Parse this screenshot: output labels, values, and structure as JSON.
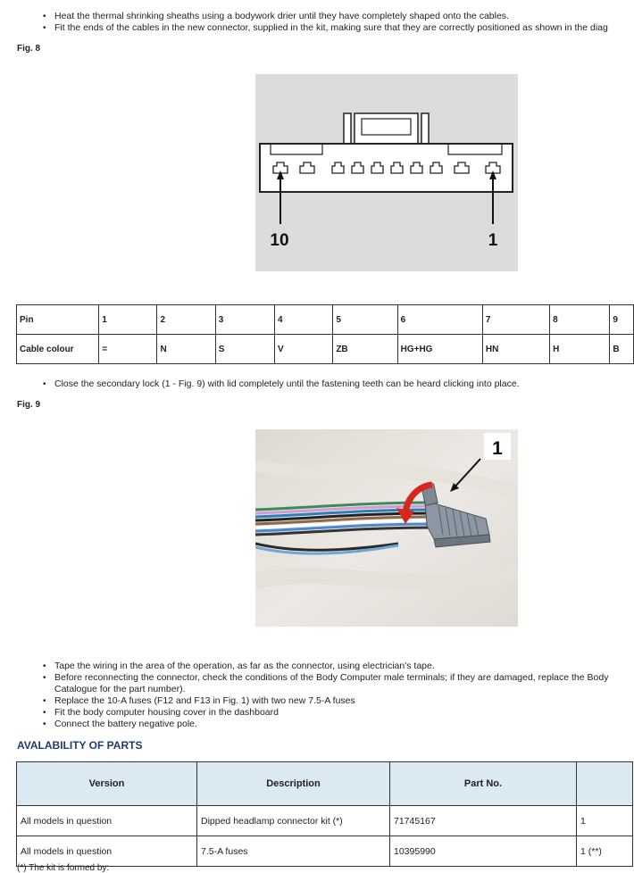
{
  "intro_bullets": [
    "Heat the thermal shrinking sheaths using a bodywork drier until they have completely shaped onto the cables.",
    "Fit the ends of the cables in the new connector, supplied in the kit, making sure that they are correctly positioned as shown in the diag"
  ],
  "fig8": {
    "label": "Fig. 8",
    "callout_left": "10",
    "callout_right": "1"
  },
  "pin_table": {
    "row1_header": "Pin",
    "row2_header": "Cable colour",
    "pins": [
      "1",
      "2",
      "3",
      "4",
      "5",
      "6",
      "7",
      "8",
      "9"
    ],
    "colours": [
      "=",
      "N",
      "S",
      "V",
      "ZB",
      "HG+HG",
      "HN",
      "H",
      "B"
    ]
  },
  "mid_bullet": "Close the secondary lock (1 - Fig. 9) with lid completely until the fastening teeth can be heard clicking into place.",
  "fig9": {
    "label": "Fig. 9",
    "callout": "1"
  },
  "outro_bullets": [
    "Tape the wiring in the area of the operation, as far as the connector, using electrician's tape.",
    "Before reconnecting the connector, check the conditions of the Body Computer male terminals; if they are damaged, replace the Body Catalogue for the part number).",
    "Replace the 10-A fuses (F12 and F13 in Fig. 1) with two new 7.5-A fuses",
    "Fit the body computer housing cover in the dashboard",
    "Connect the battery negative pole."
  ],
  "parts": {
    "title": "AVALABILITY OF PARTS",
    "headers": [
      "Version",
      "Description",
      "Part No.",
      ""
    ],
    "rows": [
      [
        "All models in question",
        "Dipped headlamp connector kit (*)",
        "71745167",
        "1"
      ],
      [
        "All models in question",
        "7.5-A fuses",
        "10395990",
        "1 (**)"
      ]
    ]
  },
  "footnote": "(*) The kit is formed by:"
}
